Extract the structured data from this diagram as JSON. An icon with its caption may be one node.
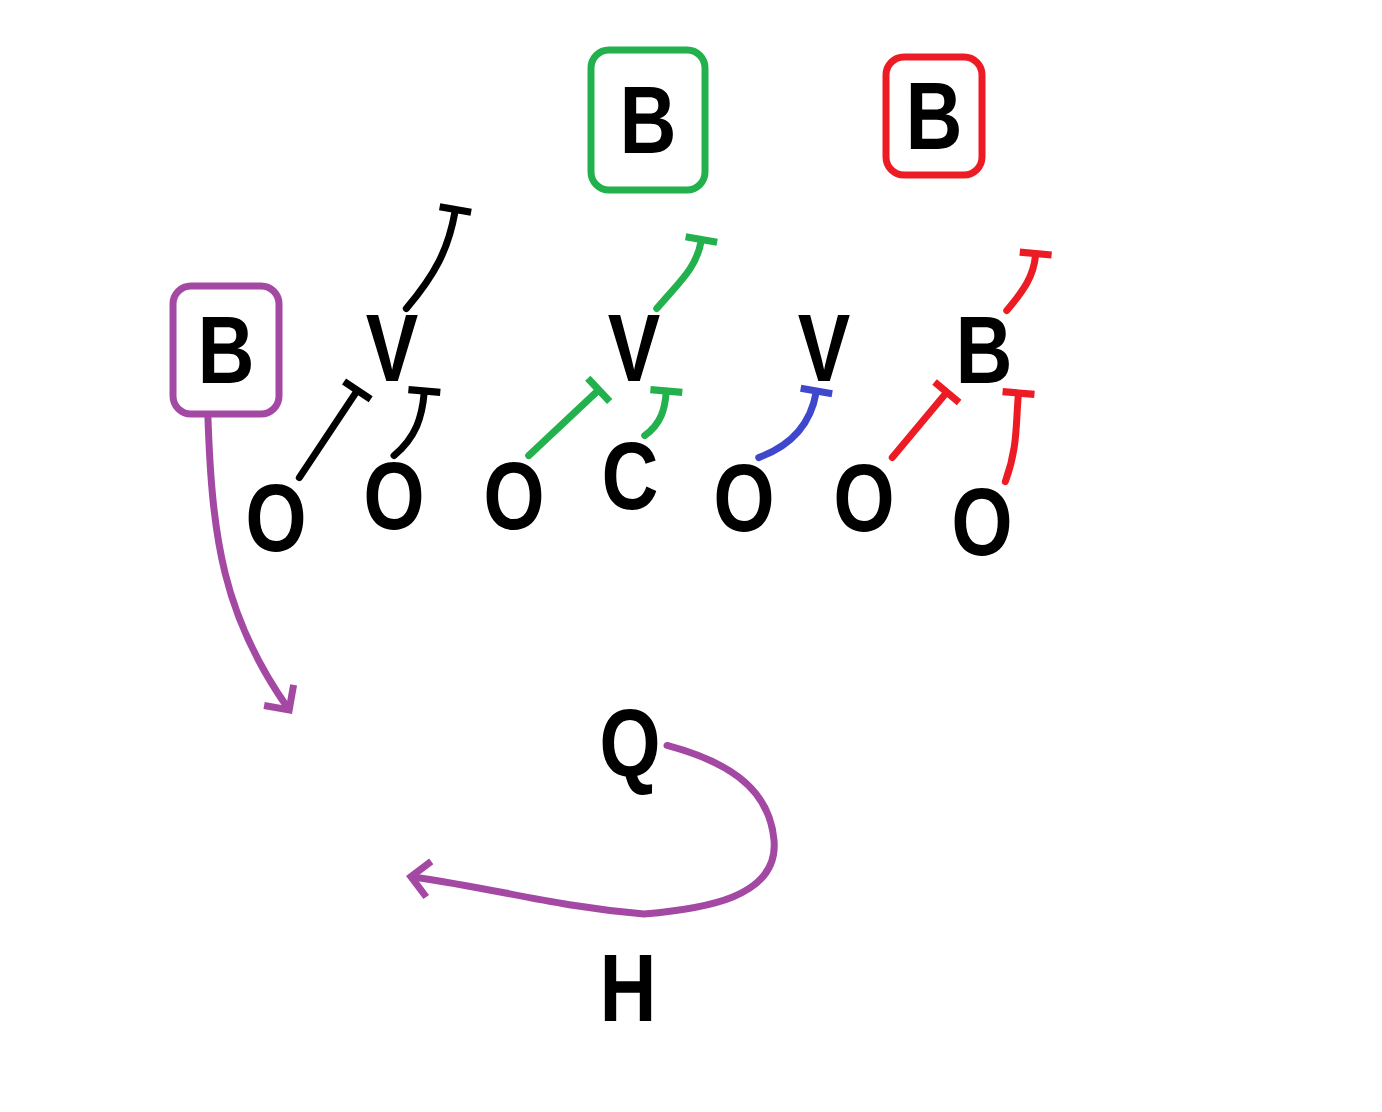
{
  "diagram": {
    "nodes": [
      {
        "text": [
          "B"
        ]
      },
      {
        "text": [
          "B"
        ]
      },
      {
        "text": [
          "B"
        ]
      },
      {
        "text": [
          "V"
        ]
      },
      {
        "text": [
          "V"
        ]
      },
      {
        "text": [
          "V"
        ]
      },
      {
        "text": [
          "B"
        ]
      },
      {
        "text": [
          "O"
        ]
      },
      {
        "text": [
          "O"
        ]
      },
      {
        "text": [
          "O"
        ]
      },
      {
        "text": [
          "C"
        ]
      },
      {
        "text": [
          "O"
        ]
      },
      {
        "text": [
          "O"
        ]
      },
      {
        "text": [
          "O"
        ]
      },
      {
        "text": [
          "Q"
        ]
      },
      {
        "text": [
          "H"
        ]
      }
    ],
    "edges": [
      {
        "from": 7,
        "to": 3,
        "arrow": "other"
      },
      {
        "from": 8,
        "to": 3,
        "arrow": "other"
      },
      {
        "from": 3,
        "to": null,
        "arrow": "other"
      },
      {
        "from": 9,
        "to": 4,
        "arrow": "other",
        "color": "#22b14c"
      },
      {
        "from": 10,
        "to": 4,
        "arrow": "other",
        "color": "#22b14c"
      },
      {
        "from": 4,
        "to": null,
        "arrow": "other",
        "color": "#22b14c"
      },
      {
        "from": 11,
        "to": 5,
        "arrow": "other",
        "color": "#3f48cc"
      },
      {
        "from": 12,
        "to": 6,
        "arrow": "other",
        "color": "#ed1c24"
      },
      {
        "from": 13,
        "to": 6,
        "arrow": "other",
        "color": "#ed1c24"
      },
      {
        "from": 6,
        "to": null,
        "arrow": "other",
        "color": "#ed1c24"
      },
      {
        "from": 2,
        "to": null,
        "arrow": "to",
        "color": "#a349a4"
      },
      {
        "from": 14,
        "to": null,
        "arrow": "to",
        "color": "#a349a4"
      }
    ]
  }
}
